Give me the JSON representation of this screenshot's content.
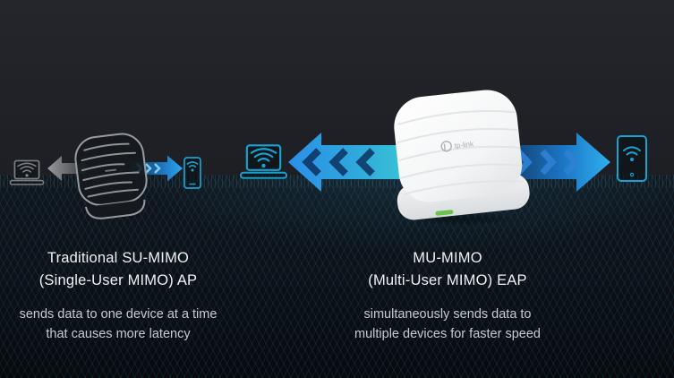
{
  "left_section": {
    "heading_line1": "Traditional SU-MIMO",
    "heading_line2": "(Single-User MIMO) AP",
    "desc_line1": "sends data to one device at a time",
    "desc_line2": "that causes more latency",
    "icons": [
      "laptop-wifi-icon",
      "left-arrow-gray",
      "access-point-outline",
      "right-arrow-blue",
      "smartphone-wifi-icon"
    ]
  },
  "right_section": {
    "heading_line1": "MU-MIMO",
    "heading_line2": "(Multi-User MIMO) EAP",
    "desc_line1": "simultaneously sends data to",
    "desc_line2": "multiple devices for faster speed",
    "icons": [
      "laptop-wifi-icon",
      "left-arrow-blue-large",
      "eap-access-point",
      "right-arrow-blue-large",
      "tablet-wifi-icon"
    ]
  },
  "devices": {
    "brand": "tp-link"
  },
  "colors": {
    "accent_blue": "#2196f3",
    "accent_cyan": "#38c0d6",
    "device_teal": "#18a2d2",
    "muted_gray": "#85898d",
    "led_green": "#6cc24a",
    "heading_text": "#f0f1f2",
    "body_text": "#c7cbcf",
    "background": "#1d1f24",
    "floor_grid": "#2284b2"
  }
}
